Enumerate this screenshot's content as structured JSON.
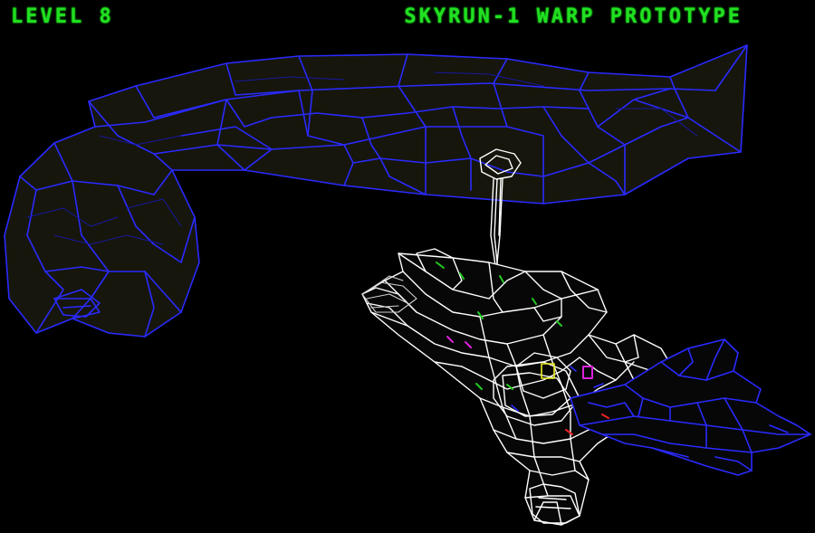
{
  "hud": {
    "level_label": "LEVEL 8",
    "map_title": "SKYRUN-1 WARP PROTOTYPE"
  },
  "colors": {
    "background": "#000000",
    "hud_text": "#22e022",
    "upper_structure_wire": "#2a2aff",
    "upper_structure_fill": "#16160c",
    "lower_structure_wire": "#ffffff",
    "lower_blue_wire": "#2a2aff",
    "door_green": "#22cc22",
    "door_magenta": "#dd22dd",
    "door_yellow": "#eeee22",
    "door_red": "#ee2222"
  },
  "scene": {
    "upper_structure": "blue-wireframe-hull",
    "connector": "white-vertical-shaft",
    "lower_structure": "white-wireframe-complex"
  }
}
